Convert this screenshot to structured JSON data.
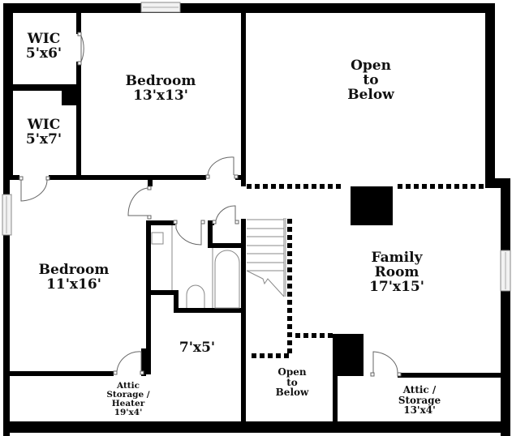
{
  "floor_plan": {
    "colors": {
      "wall": "#000000",
      "background": "#ffffff",
      "fixture_line": "#888888",
      "window_fill": "#f2f2f2"
    },
    "rooms": [
      {
        "id": "wic-1",
        "name": "WIC",
        "dims": "5'x6'"
      },
      {
        "id": "wic-2",
        "name": "WIC",
        "dims": "5'x7'"
      },
      {
        "id": "bedroom-1",
        "name": "Bedroom",
        "dims": "13'x13'"
      },
      {
        "id": "open-to-below-1",
        "line1": "Open",
        "line2": "to",
        "line3": "Below"
      },
      {
        "id": "bedroom-2",
        "name": "Bedroom",
        "dims": "11'x16'"
      },
      {
        "id": "family-room",
        "line1": "Family",
        "line2": "Room",
        "dims": "17'x15'"
      },
      {
        "id": "closet-7x5",
        "dims": "7'x5'"
      },
      {
        "id": "open-to-below-2",
        "line1": "Open",
        "line2": "to",
        "line3": "Below"
      },
      {
        "id": "attic-storage-heater",
        "line1": "Attic",
        "line2": "Storage /",
        "line3": "Heater",
        "dims": "19'x4'"
      },
      {
        "id": "attic-storage",
        "line1": "Attic /",
        "line2": "Storage",
        "dims": "13'x4'"
      }
    ]
  }
}
